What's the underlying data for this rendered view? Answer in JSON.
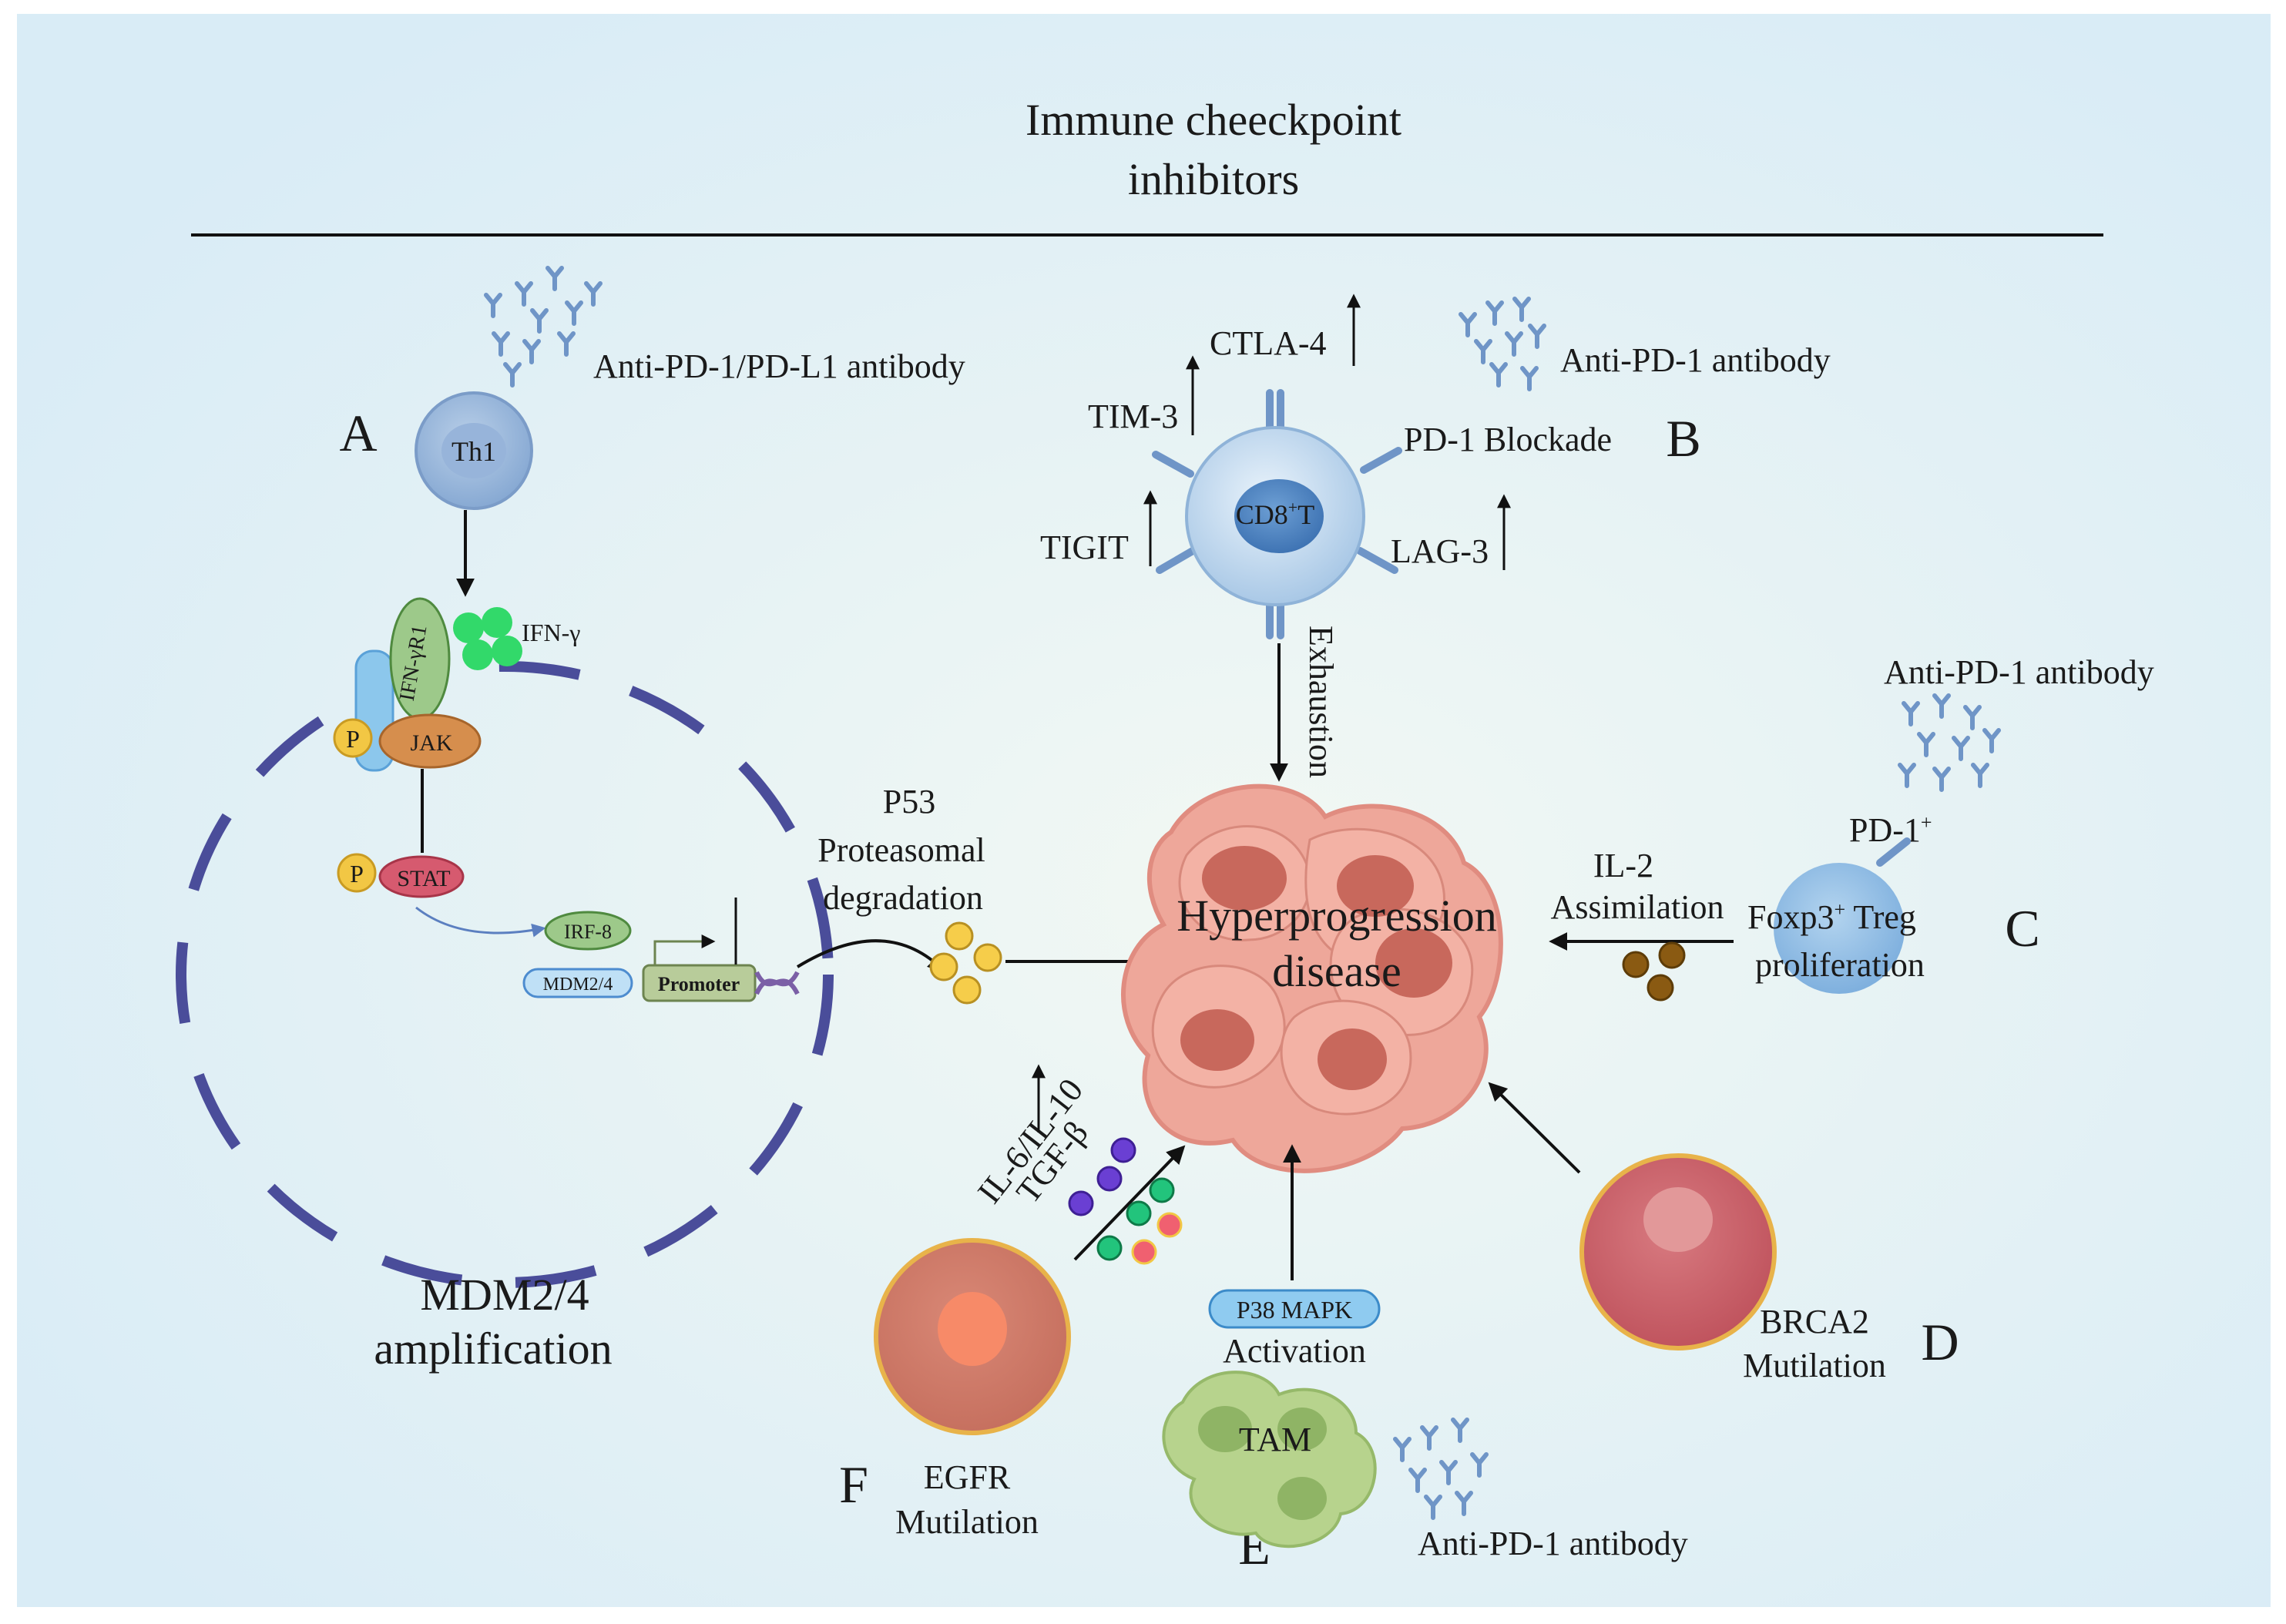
{
  "title": {
    "line1": "Immune cheeckpoint",
    "line2": "inhibitors"
  },
  "panel_a": {
    "letter": "A",
    "antibody": "Anti-PD-1/PD-L1 antibody",
    "cell": "Th1",
    "receptor": "IFN-γR1",
    "ligand": "IFN-γ",
    "p1": "P",
    "jak": "JAK",
    "p2": "P",
    "stat": "STAT",
    "irf": "IRF-8",
    "gene": "MDM2/4",
    "promoter": "Promoter",
    "caption_line1": "MDM2/4",
    "caption_line2": "amplification"
  },
  "p53": {
    "line1": "P53",
    "line2": "Proteasomal",
    "line3": "degradation"
  },
  "panel_b": {
    "letter": "B",
    "antibody": "Anti-PD-1 antibody",
    "cell_main": "CD8",
    "cell_sup": "+",
    "cell_tail": "T",
    "ctla4": "CTLA-4",
    "tim3": "TIM-3",
    "tigit": "TIGIT",
    "lag3": "LAG-3",
    "pd1": "PD-1 Blockade",
    "exhaustion": "Exhaustion"
  },
  "center": {
    "line1": "Hyperprogression",
    "line2": "disease"
  },
  "panel_c": {
    "letter": "C",
    "antibody": "Anti-PD-1 antibody",
    "pd1": "PD-1",
    "pd1_sup": "+",
    "il2_line1": "IL-2",
    "il2_line2": "Assimilation",
    "treg_main": "Foxp3",
    "treg_sup": "+",
    "treg_tail": " Treg",
    "treg_line2": "proliferation"
  },
  "panel_d": {
    "letter": "D",
    "line1": "BRCA2",
    "line2": "Mutilation"
  },
  "panel_e": {
    "letter": "E",
    "antibody": "Anti-PD-1 antibody",
    "kinase": "P38 MAPK",
    "activation": "Activation",
    "tam": "TAM"
  },
  "panel_f": {
    "letter": "F",
    "line1": "EGFR",
    "line2": "Mutilation",
    "cyto1": "IL-6/IL-10",
    "cyto2": "TGF-β"
  },
  "colors": {
    "bg": "#e4f1f7",
    "nucleus": "#4a4d9a",
    "tumor": "#e89a8e",
    "antibody": "#6f95c7",
    "cd8": "#cfe3f5"
  }
}
